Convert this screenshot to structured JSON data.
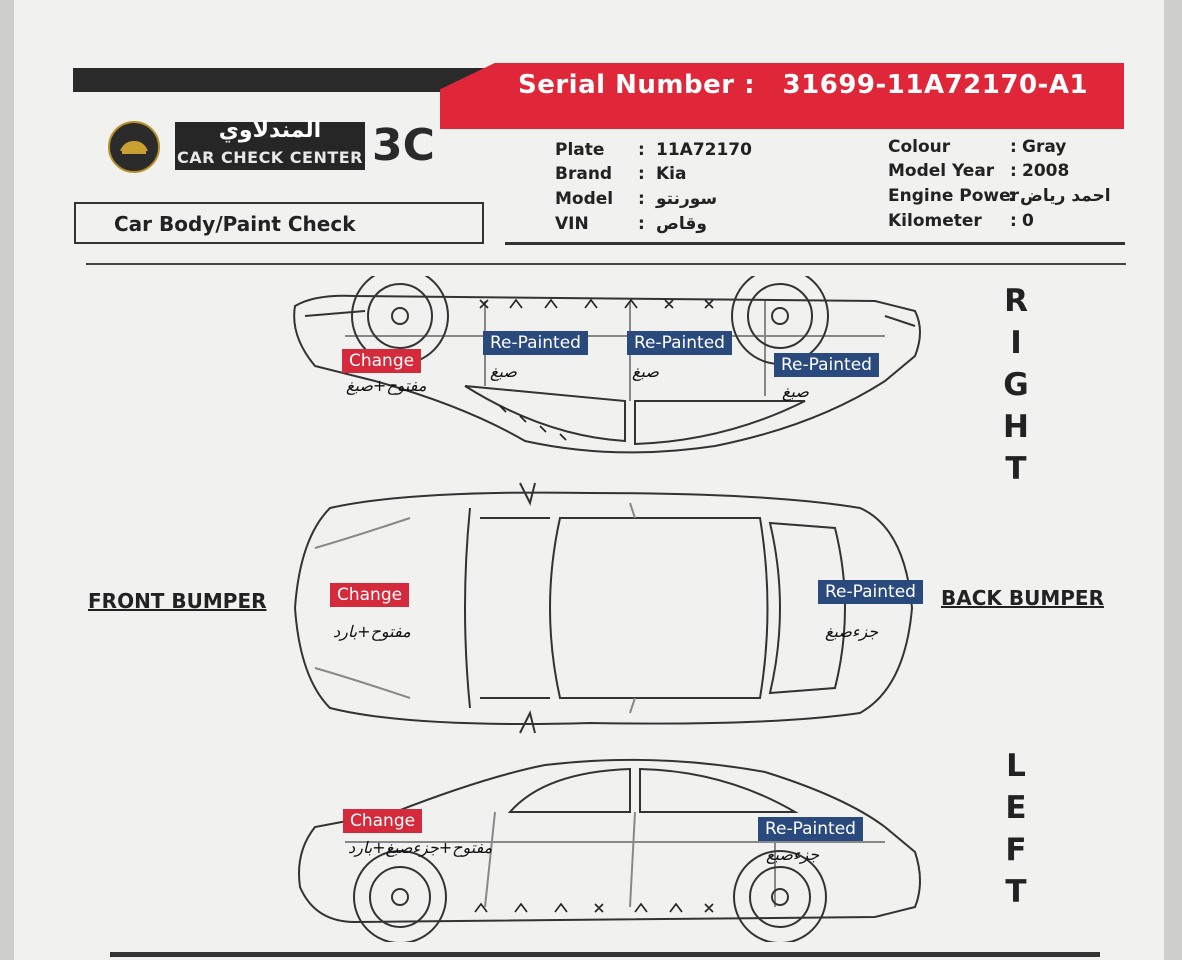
{
  "header": {
    "serial_label": "Serial Number :",
    "serial_value": "31699-11A72170-A1",
    "logo_arabic": "المندلاوي",
    "logo_english": "CAR CHECK CENTER",
    "logo_code": "3C",
    "check_title": "Car Body/Paint Check"
  },
  "vehicle": {
    "left_fields": [
      {
        "label": "Plate",
        "value": "11A72170"
      },
      {
        "label": "Brand",
        "value": "Kia"
      },
      {
        "label": "Model",
        "value": "سورنتو"
      },
      {
        "label": "VIN",
        "value": "وقاص"
      }
    ],
    "right_fields": [
      {
        "label": "Colour",
        "value": "Gray"
      },
      {
        "label": "Model Year",
        "value": "2008"
      },
      {
        "label": "Engine Power",
        "value": "احمد رياض"
      },
      {
        "label": "Kilometer",
        "value": "0"
      }
    ]
  },
  "sides": {
    "right": [
      "R",
      "I",
      "G",
      "H",
      "T"
    ],
    "left": [
      "L",
      "E",
      "F",
      "T"
    ],
    "front": "FRONT BUMPER",
    "back": "BACK BUMPER"
  },
  "annotations": {
    "right_front": {
      "tag": "Change",
      "note": "مفتوح+صبغ"
    },
    "right_door_front": {
      "tag": "Re-Painted",
      "note": "صبغ"
    },
    "right_door_rear": {
      "tag": "Re-Painted",
      "note": "صبغ"
    },
    "right_rear": {
      "tag": "Re-Painted",
      "note": "صبغ"
    },
    "top_hood": {
      "tag": "Change",
      "note": "مفتوح+بارد"
    },
    "top_trunk": {
      "tag": "Re-Painted",
      "note": "جزءصبغ"
    },
    "left_front": {
      "tag": "Change",
      "note": "مفتوح+جزءصبغ+بارد"
    },
    "left_rear": {
      "tag": "Re-Painted",
      "note": "جزءصبغ"
    }
  }
}
